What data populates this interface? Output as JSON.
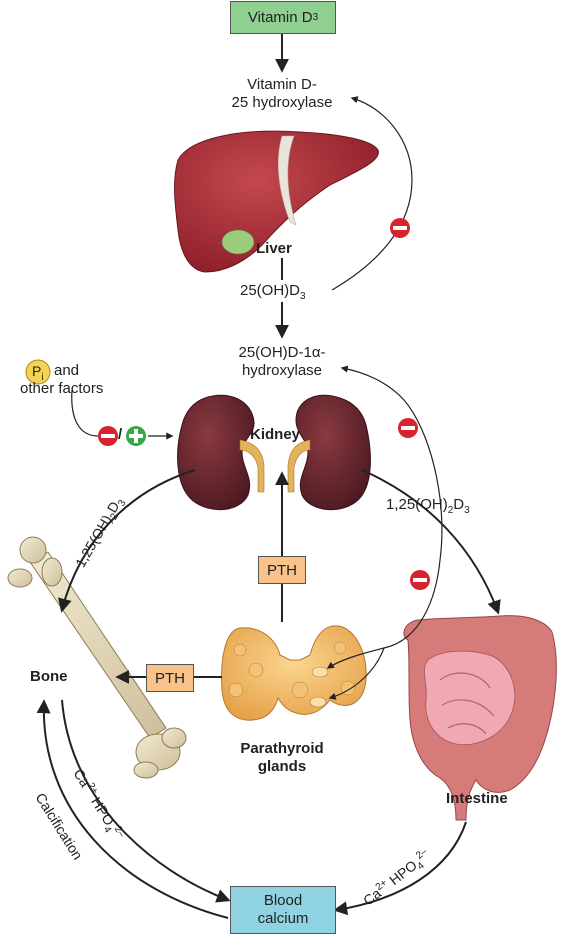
{
  "input_box": {
    "text": "Vitamin D",
    "sub": "3"
  },
  "enzyme_liver": {
    "line1": "Vitamin D-",
    "line2": "25 hydroxylase"
  },
  "organs": {
    "liver": "Liver",
    "kidney": "Kidney",
    "bone": "Bone",
    "intestine": "Intestine",
    "parathyroid_line1": "Parathyroid",
    "parathyroid_line2": "glands"
  },
  "metabolite_25": {
    "prefix": "25(OH)D",
    "sub": "3"
  },
  "enzyme_kidney": {
    "line1": "25(OH)D-1α-",
    "line2": "hydroxylase"
  },
  "pi_factor": {
    "symbol": "P",
    "sub": "i",
    "line1": "and",
    "line2": "other factors"
  },
  "signs": {
    "minus": "−",
    "plus": "+",
    "slash": "/"
  },
  "calcitriol": {
    "prefix": "1,25(OH)",
    "sub": "2",
    "suffix": "D",
    "sub2": "3"
  },
  "pth_label": "PTH",
  "blood_box": {
    "line1": "Blood",
    "line2": "calcium"
  },
  "minerals": {
    "ca": "Ca",
    "ca_sup": "2+",
    "hpo": "HPO",
    "hpo_sub": "4",
    "hpo_sup": "2–"
  },
  "calcification": "Calcification",
  "colors": {
    "green_box": "#8fcf8f",
    "orange_box": "#f7c38a",
    "blue_box": "#8fd3e3",
    "inhibit_red": "#d7232e",
    "stimulate_green": "#3aa845",
    "pi_yellow": "#f5d251"
  }
}
